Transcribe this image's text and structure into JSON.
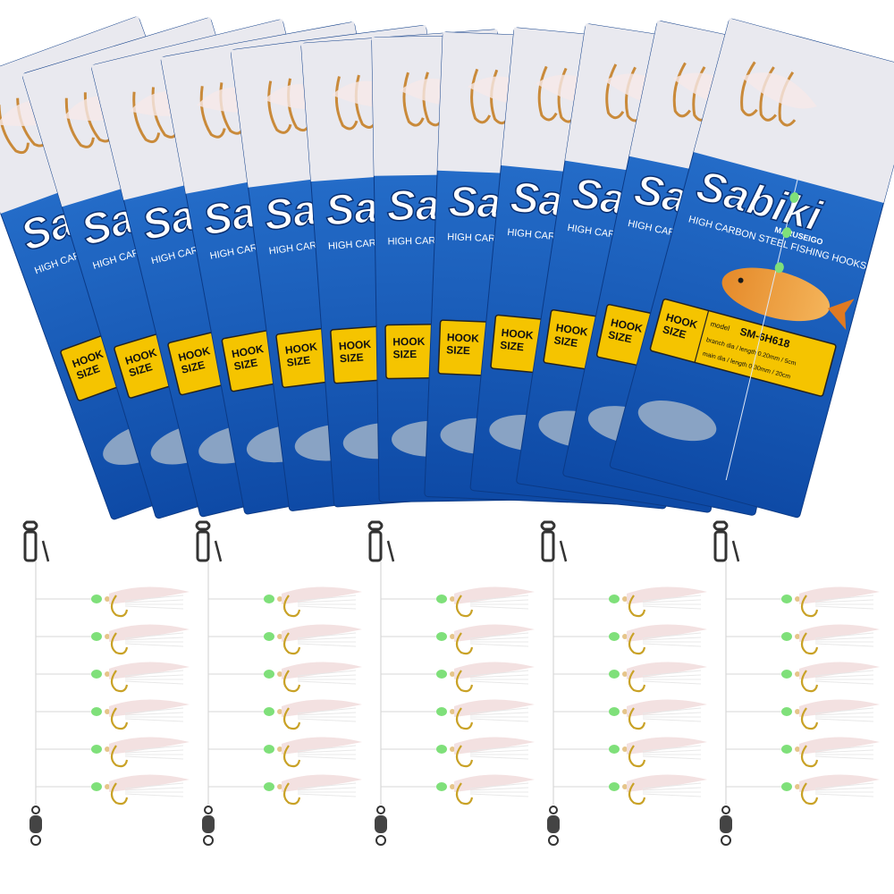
{
  "package": {
    "brand": "Sabiki",
    "subtitle": "HIGH CARBON STEEL FISHING HOOKS",
    "maker": "MARUSEIGO",
    "hook_size_label": "HOOK\nSIZE",
    "spec_model": "model",
    "spec_model_value": "SM-6H618",
    "spec_branch": "branch dia / length 0.20mm / 5cm",
    "spec_main": "main dia / length 0.30mm / 20cm"
  },
  "counts": {
    "packages": 12,
    "rigs": 5,
    "hooks_per_rig": 6
  },
  "colors": {
    "card_blue": "#1f5fc0",
    "card_blue_dark": "#0d3f96",
    "header_white": "#e9e9ef",
    "label_yellow": "#f5c400",
    "bead_green": "#7fe07a",
    "hook_gold": "#c9a227",
    "feather_pink": "#f2dede"
  }
}
